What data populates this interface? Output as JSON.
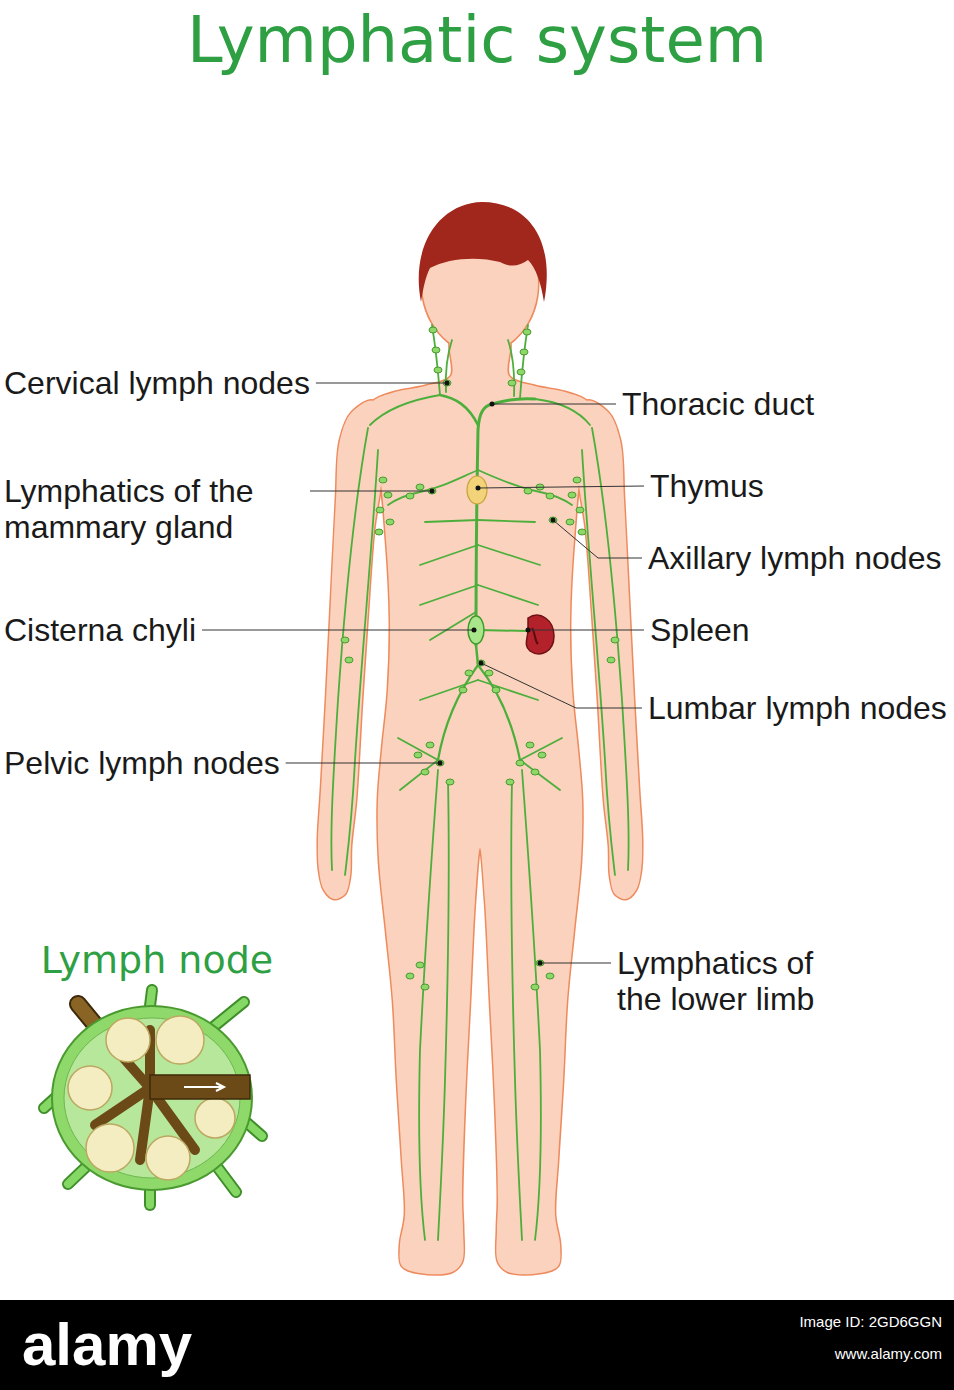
{
  "diagram": {
    "title": "Lymphatic system",
    "labels": [
      "Cervical lymph nodes",
      "Thoracic duct",
      "Lymphatics of the mammary gland",
      "Thymus",
      "Axillary lymph nodes",
      "Cisterna chyli",
      "Spleen",
      "Lumbar lymph nodes",
      "Pelvic lymph nodes",
      "Lymph node",
      "Lymphatics of the lower limb",
      "alamy",
      "Image ID: 2GD6GGN",
      "www.alamy.com"
    ]
  }
}
